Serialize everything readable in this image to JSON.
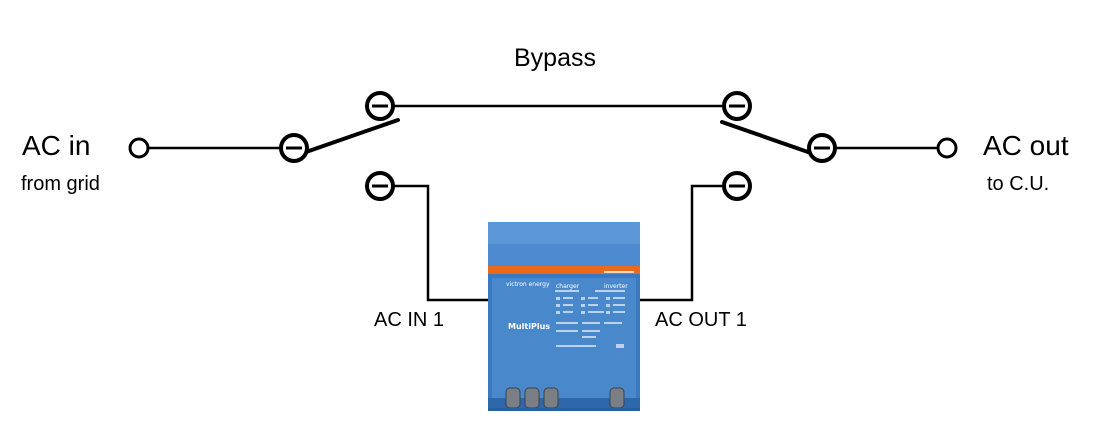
{
  "labels": {
    "bypass": "Bypass",
    "ac_in": "AC in",
    "from_grid": "from grid",
    "ac_out": "AC out",
    "to_cu": "to C.U.",
    "ac_in_1": "AC IN 1",
    "ac_out_1": "AC OUT 1"
  },
  "device": {
    "name": "MultiPlus",
    "brand": "victron energy",
    "panel_headers": [
      "charger",
      "inverter"
    ]
  },
  "colors": {
    "line": "#000000",
    "device_blue": "#4a88cc",
    "device_blue_dark": "#3570b0",
    "device_top": "#5b96d6",
    "device_stripe": "#e86a1e"
  },
  "icons": [
    "terminal-circle",
    "switch-lever",
    "inverter-charger-device"
  ]
}
